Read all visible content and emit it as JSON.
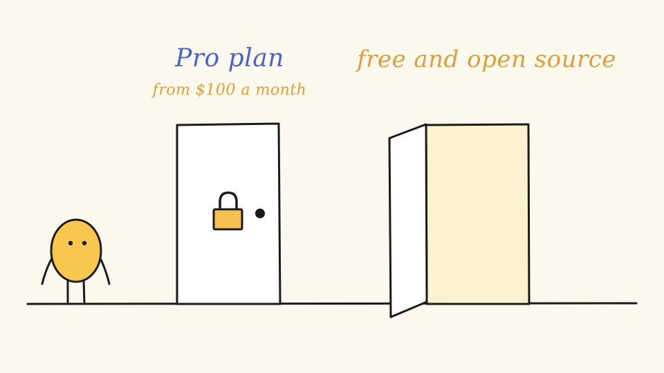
{
  "pro_plan": {
    "title": "Pro plan",
    "price": "from $100 a month"
  },
  "free_option": {
    "title": "free and open source"
  },
  "colors": {
    "background": "#fbf8ee",
    "title_blue": "#4a62c9",
    "accent_orange": "#dc9f3c",
    "character_yellow": "#f9c74f",
    "lock_yellow": "#f4c04f",
    "open_door_interior": "#fdf2d0",
    "ink": "#1a1a1a",
    "door_white": "#ffffff"
  },
  "icons": [
    "padlock-icon",
    "doorknob-icon",
    "character-icon"
  ]
}
